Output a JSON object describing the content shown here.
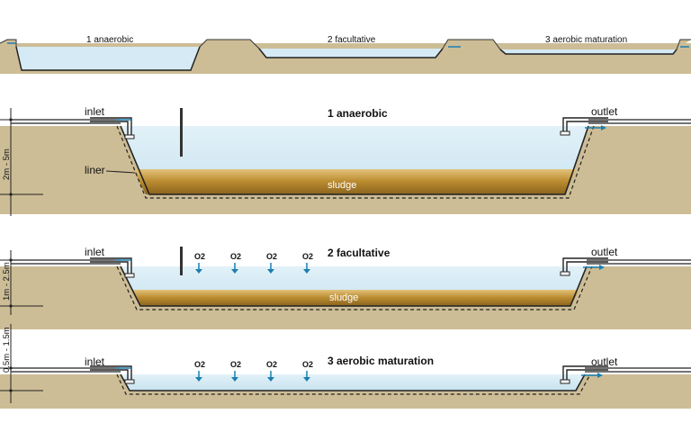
{
  "colors": {
    "ground": "#cdbd96",
    "water": "#d5eaf4",
    "sludge": "#b8862c",
    "liner": "#222222",
    "arrow": "#1b7fb0"
  },
  "overview": {
    "labels": [
      "1 anaerobic",
      "2 facultative",
      "3 aerobic maturation"
    ]
  },
  "sections": [
    {
      "title": "1 anaerobic",
      "inlet": "inlet",
      "outlet": "outlet",
      "liner": "liner",
      "sludge": "sludge",
      "depth": "2m - 5m"
    },
    {
      "title": "2 facultative",
      "inlet": "inlet",
      "outlet": "outlet",
      "sludge": "sludge",
      "depth": "1m - 2.5m",
      "oxygen": [
        "O2",
        "O2",
        "O2",
        "O2"
      ]
    },
    {
      "title": "3 aerobic maturation",
      "inlet": "inlet",
      "outlet": "outlet",
      "depth": "0.5m - 1.5m",
      "oxygen": [
        "O2",
        "O2",
        "O2",
        "O2"
      ]
    }
  ]
}
